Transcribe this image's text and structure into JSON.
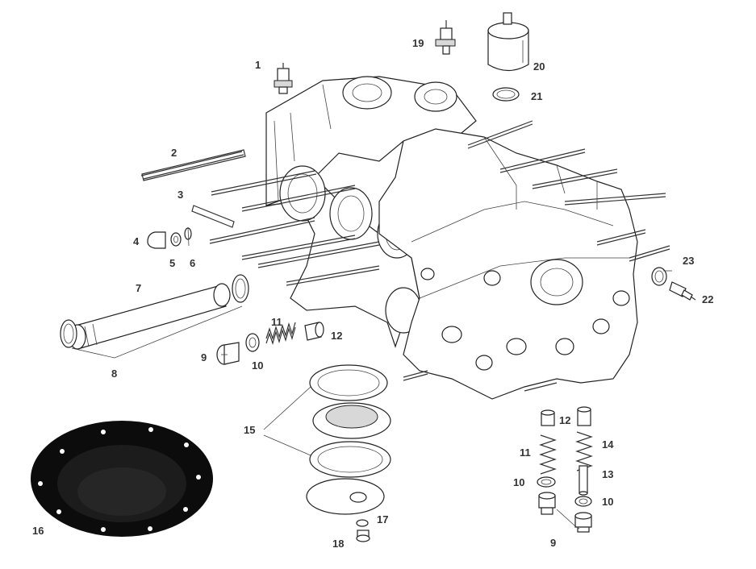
{
  "diagram": {
    "colors": {
      "line": "#222222",
      "label": "#333333",
      "cover": "#0c0c0c",
      "background": "#ffffff"
    },
    "callouts": [
      {
        "id": "c1",
        "text": "1"
      },
      {
        "id": "c2",
        "text": "2"
      },
      {
        "id": "c3",
        "text": "3"
      },
      {
        "id": "c4",
        "text": "4"
      },
      {
        "id": "c5",
        "text": "5"
      },
      {
        "id": "c6",
        "text": "6"
      },
      {
        "id": "c7",
        "text": "7"
      },
      {
        "id": "c8",
        "text": "8"
      },
      {
        "id": "c9a",
        "text": "9"
      },
      {
        "id": "c10a",
        "text": "10"
      },
      {
        "id": "c11a",
        "text": "11"
      },
      {
        "id": "c12a",
        "text": "12"
      },
      {
        "id": "c15",
        "text": "15"
      },
      {
        "id": "c16",
        "text": "16"
      },
      {
        "id": "c17",
        "text": "17"
      },
      {
        "id": "c18",
        "text": "18"
      },
      {
        "id": "c19",
        "text": "19"
      },
      {
        "id": "c20",
        "text": "20"
      },
      {
        "id": "c21",
        "text": "21"
      },
      {
        "id": "c22",
        "text": "22"
      },
      {
        "id": "c23",
        "text": "23"
      },
      {
        "id": "c12b",
        "text": "12"
      },
      {
        "id": "c11b",
        "text": "11"
      },
      {
        "id": "c14",
        "text": "14"
      },
      {
        "id": "c13",
        "text": "13"
      },
      {
        "id": "c10b",
        "text": "10"
      },
      {
        "id": "c10c",
        "text": "10"
      },
      {
        "id": "c9b",
        "text": "9"
      }
    ]
  }
}
